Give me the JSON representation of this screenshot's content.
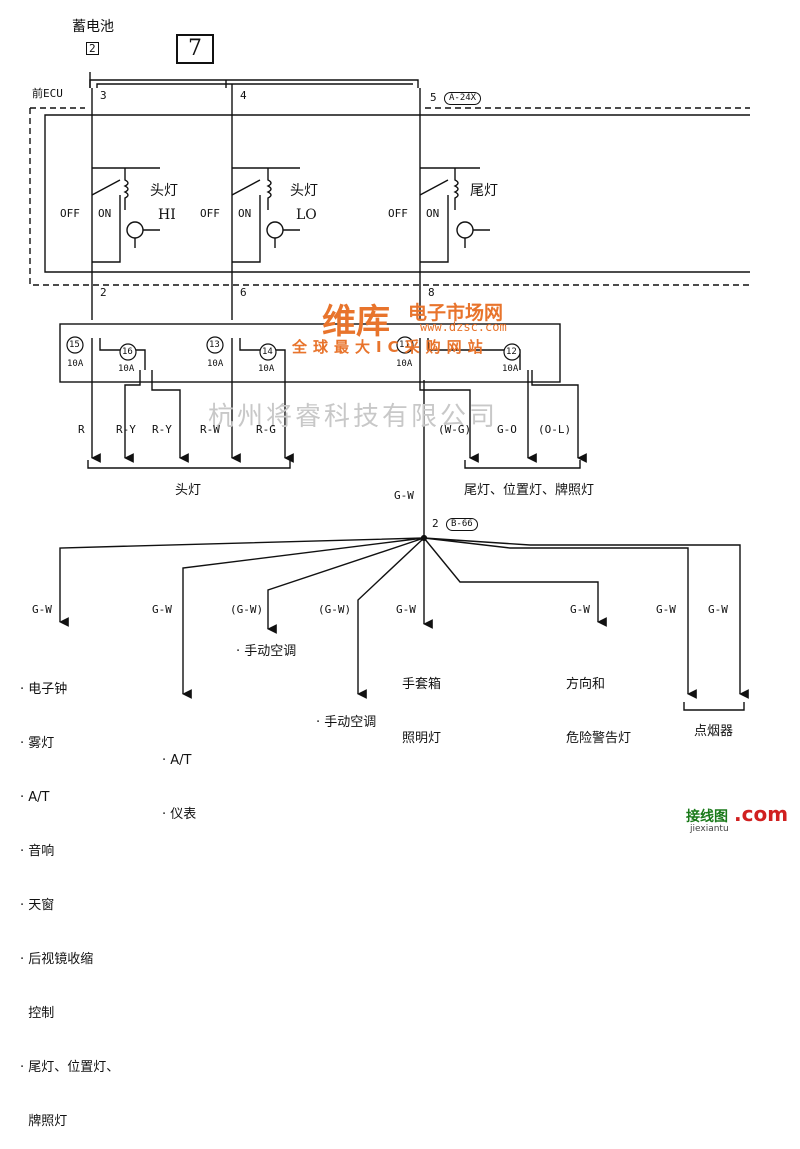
{
  "page_number": "7",
  "battery": {
    "label": "蓄电池",
    "pin": "2"
  },
  "ecu": {
    "label": "前ECU",
    "connector": "A-24X",
    "pins": [
      "3",
      "4",
      "5"
    ]
  },
  "relays": [
    {
      "label": "头灯",
      "sub": "HI",
      "off": "OFF",
      "on": "ON"
    },
    {
      "label": "头灯",
      "sub": "LO",
      "off": "OFF",
      "on": "ON"
    },
    {
      "label": "尾灯",
      "sub": "",
      "off": "OFF",
      "on": "ON"
    }
  ],
  "ecu_out_pins": [
    "2",
    "6",
    "8"
  ],
  "fuses": [
    {
      "id": "15",
      "rating": "10A"
    },
    {
      "id": "16",
      "rating": "10A"
    },
    {
      "id": "13",
      "rating": "10A"
    },
    {
      "id": "14",
      "rating": "10A"
    },
    {
      "id": "11",
      "rating": "10A"
    },
    {
      "id": "12",
      "rating": "10A"
    }
  ],
  "wires_top": [
    "R",
    "R-Y",
    "R-Y",
    "R-W",
    "R-G",
    "(W-G)",
    "G-O",
    "(O-L)"
  ],
  "group_labels": {
    "headlamp": "头灯",
    "tail": "尾灯、位置灯、牌照灯"
  },
  "trunk_wire": "G-W",
  "junction": {
    "pin": "2",
    "connector": "B-66"
  },
  "branch_wires": [
    "G-W",
    "G-W",
    "(G-W)",
    "(G-W)",
    "G-W",
    "G-W",
    "G-W",
    "G-W"
  ],
  "loads": {
    "list1": [
      "· 电子钟",
      "· 雾灯",
      "· A/T",
      "· 音响",
      "· 天窗",
      "· 后视镜收缩",
      "  控制",
      "· 尾灯、位置灯、",
      "  牌照灯"
    ],
    "list2": [
      "· A/T",
      "· 仪表"
    ],
    "manual_ac_1": "· 手动空调",
    "manual_ac_2": "· 手动空调",
    "glovebox": [
      "手套箱",
      "照明灯"
    ],
    "hazard": [
      "方向和",
      "危险警告灯"
    ],
    "cigar": "点烟器"
  },
  "watermark": {
    "brand": "维库",
    "brand_sub": "电子市场网",
    "url": "www.dzsc.com",
    "slogan": "全球最大IC采购网站",
    "company": "杭州将睿科技有限公司"
  },
  "footer_logo": {
    "cn": "接线图",
    "domain": ".com",
    "sub": "jiexiantu"
  }
}
